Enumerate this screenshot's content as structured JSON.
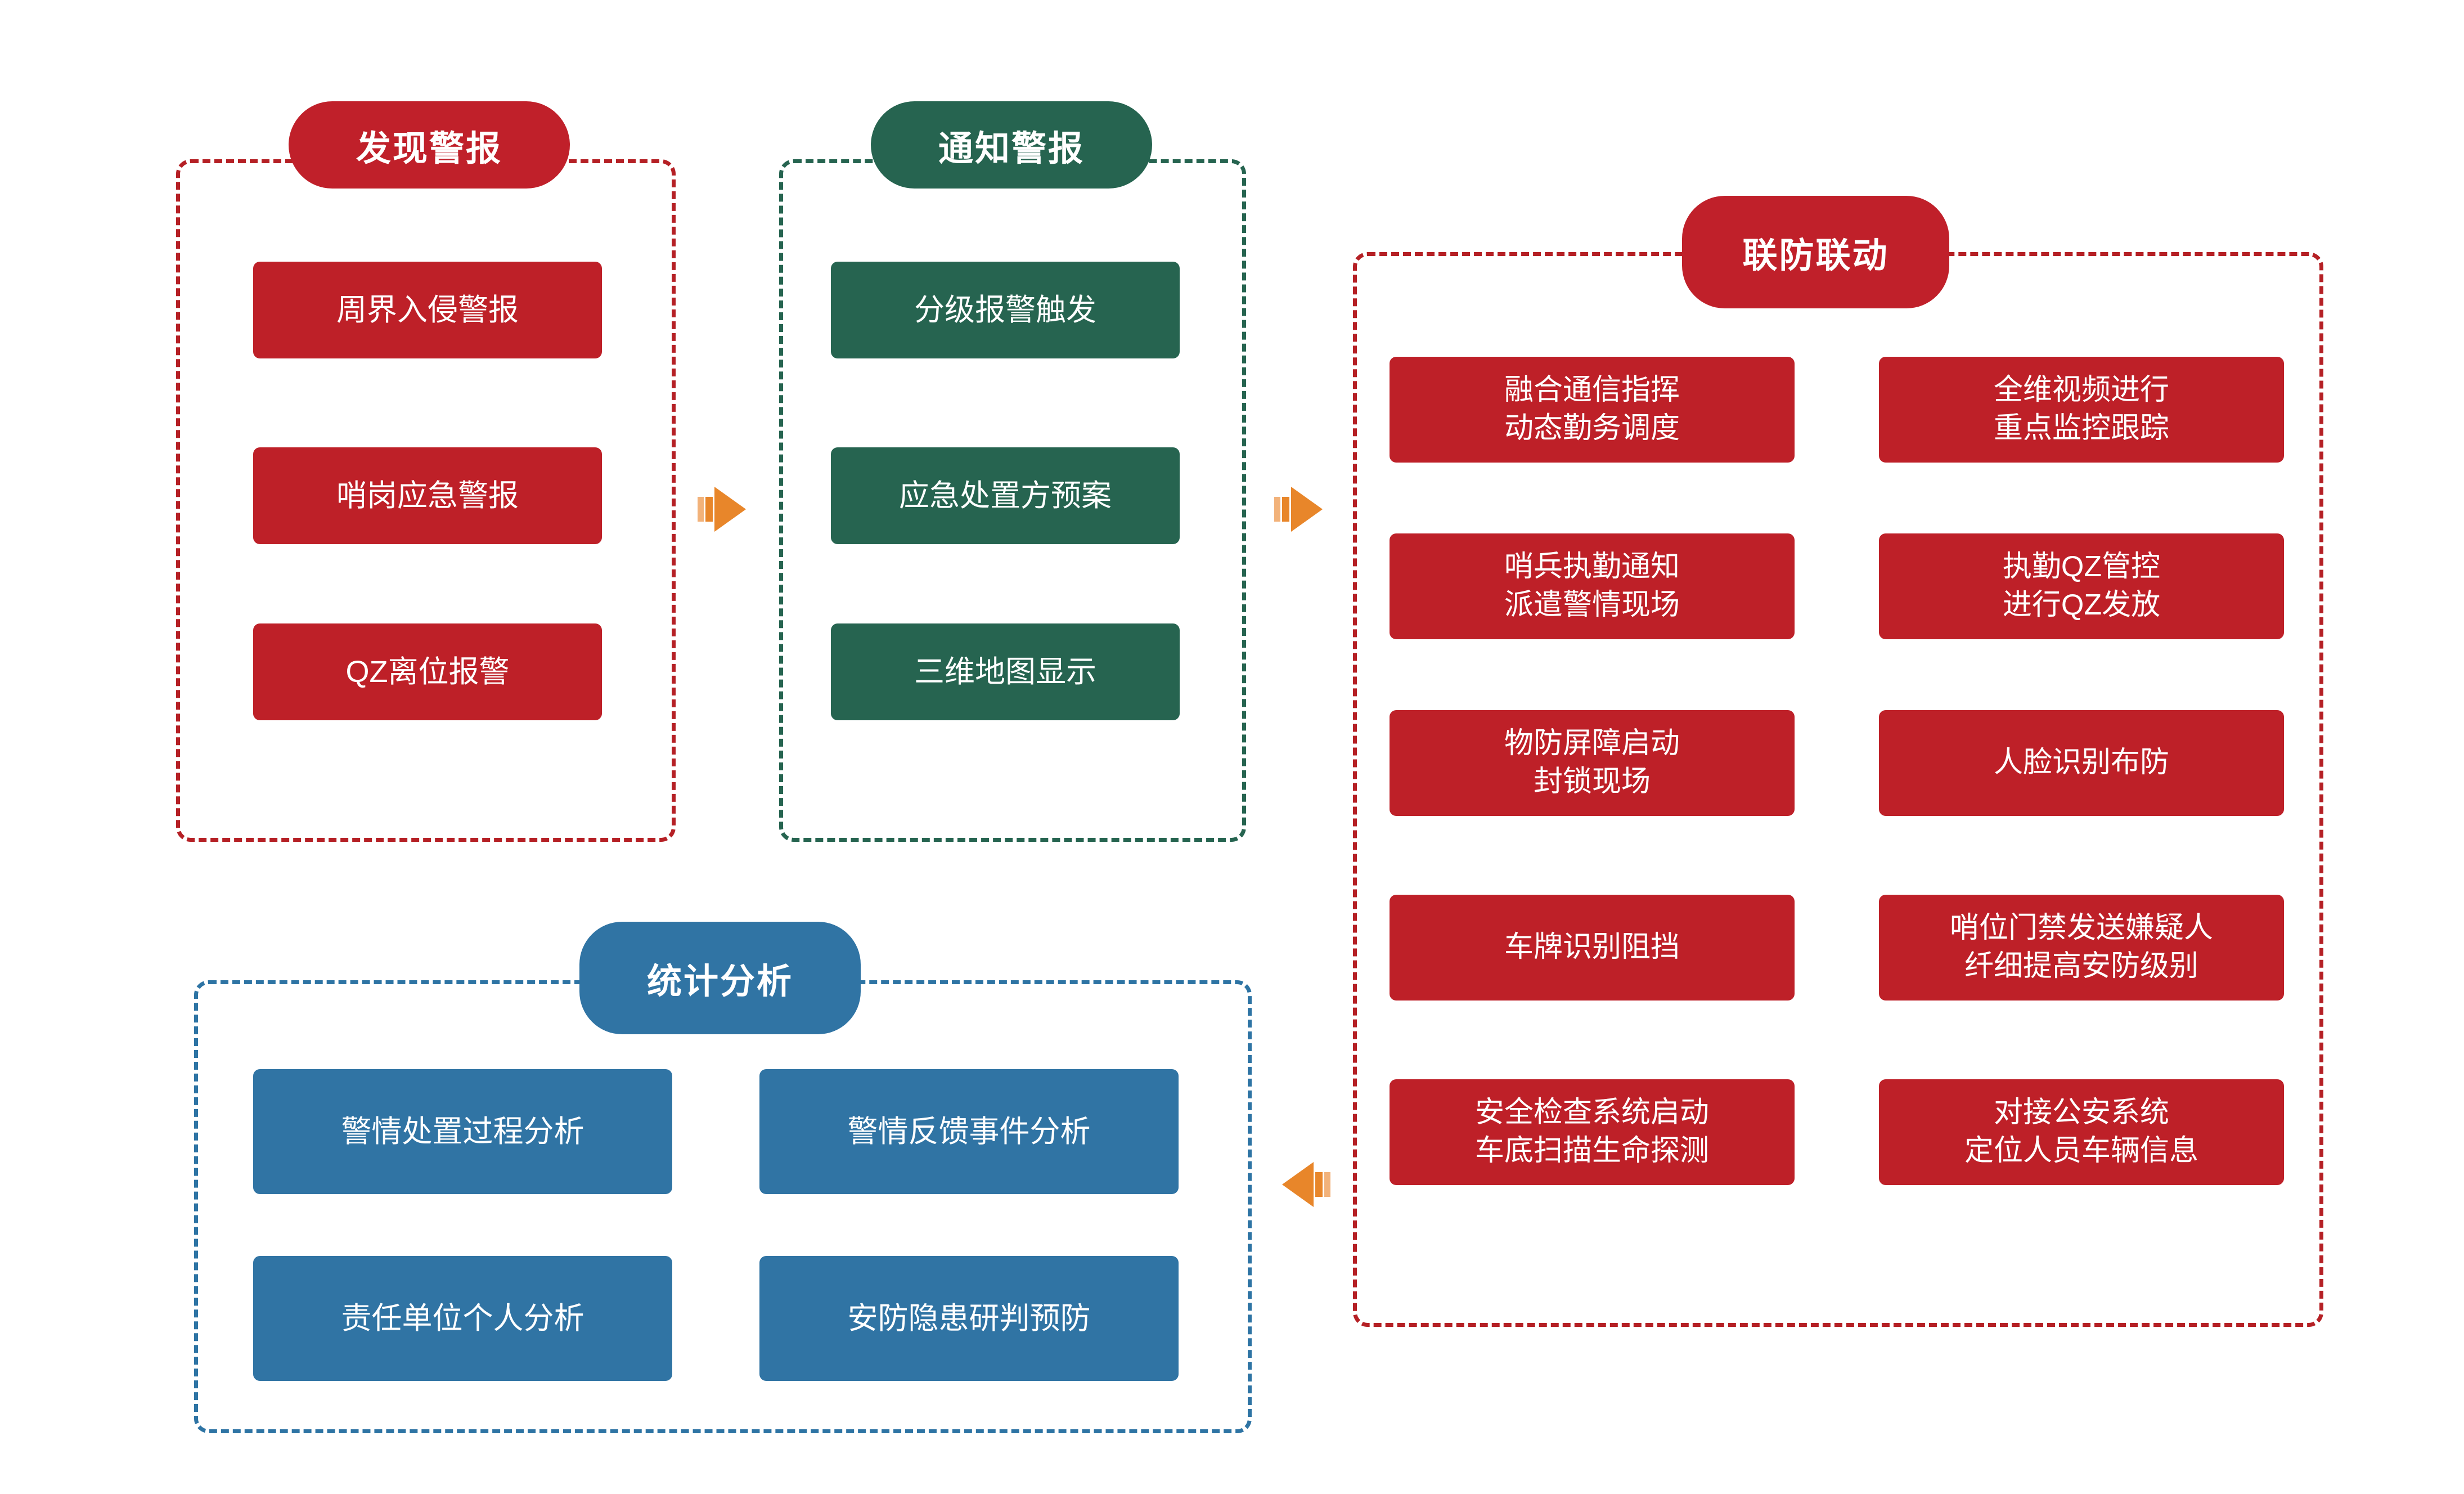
{
  "diagram": {
    "title_present": false,
    "colors": {
      "red": "#BE2028",
      "pill_red": "#C0202A",
      "frame_red": "#B52025",
      "green": "#266450",
      "blue": "#3074A4",
      "frame_blue": "#2E74A4",
      "arrow_orange": "#E8862A",
      "arrow_orange_light": "#F2B27A",
      "background": "#FFFFFF",
      "text_on_card": "#FFFFFF"
    }
  },
  "groups": [
    {
      "key": "discover_alarm",
      "header": "发现警报",
      "theme": "red",
      "cards": [
        {
          "lines": [
            "周界入侵警报"
          ]
        },
        {
          "lines": [
            "哨岗应急警报"
          ]
        },
        {
          "lines": [
            "QZ离位报警"
          ]
        }
      ]
    },
    {
      "key": "notify_alarm",
      "header": "通知警报",
      "theme": "green",
      "cards": [
        {
          "lines": [
            "分级报警触发"
          ]
        },
        {
          "lines": [
            "应急处置方预案"
          ]
        },
        {
          "lines": [
            "三维地图显示"
          ]
        }
      ]
    },
    {
      "key": "joint_defense",
      "header": "联防联动",
      "theme": "red",
      "cards": [
        {
          "lines": [
            "融合通信指挥",
            "动态勤务调度"
          ]
        },
        {
          "lines": [
            "全维视频进行",
            "重点监控跟踪"
          ]
        },
        {
          "lines": [
            "哨兵执勤通知",
            "派遣警情现场"
          ]
        },
        {
          "lines": [
            "执勤QZ管控",
            "进行QZ发放"
          ]
        },
        {
          "lines": [
            "物防屏障启动",
            "封锁现场"
          ]
        },
        {
          "lines": [
            "人脸识别布防"
          ]
        },
        {
          "lines": [
            "车牌识别阻挡"
          ]
        },
        {
          "lines": [
            "哨位门禁发送嫌疑人",
            "纤细提高安防级别"
          ]
        },
        {
          "lines": [
            "安全检查系统启动",
            "车底扫描生命探测"
          ]
        },
        {
          "lines": [
            "对接公安系统",
            "定位人员车辆信息"
          ]
        }
      ]
    },
    {
      "key": "statistics_analysis",
      "header": "统计分析",
      "theme": "blue",
      "cards": [
        {
          "lines": [
            "警情处置过程分析"
          ]
        },
        {
          "lines": [
            "警情反馈事件分析"
          ]
        },
        {
          "lines": [
            "责任单位个人分析"
          ]
        },
        {
          "lines": [
            "安防隐患研判预防"
          ]
        }
      ]
    }
  ],
  "connectors": [
    {
      "key": "discover-to-notify",
      "direction": "right",
      "color": "#E8862A"
    },
    {
      "key": "notify-to-joint",
      "direction": "right",
      "color": "#E8862A"
    },
    {
      "key": "joint-to-statistics",
      "direction": "left",
      "color": "#E8862A"
    }
  ]
}
